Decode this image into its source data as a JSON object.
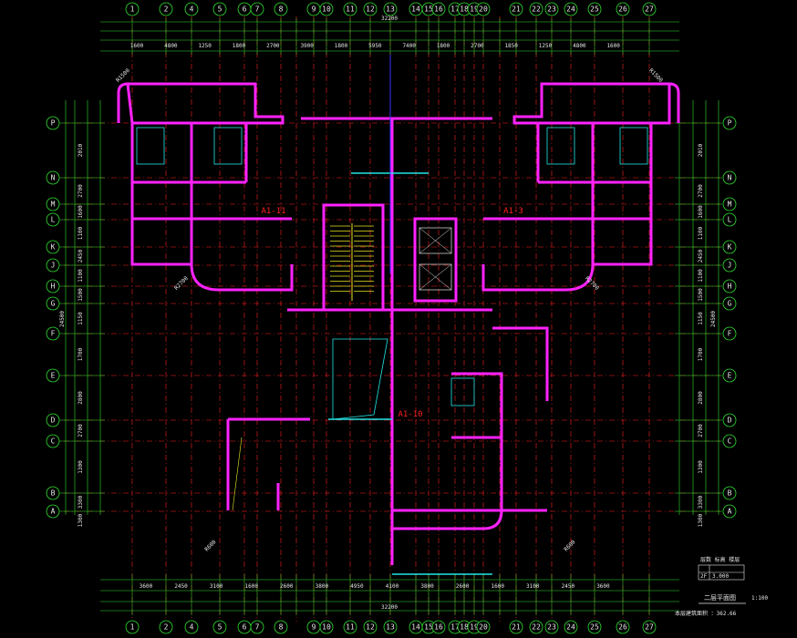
{
  "colors": {
    "background": "#000000",
    "axis_line": "#ff2020",
    "dim_line": "#2fe02f",
    "wall": "#ff22ff",
    "text": "#e6e6e6",
    "cyan": "#22e6e6",
    "yellow": "#e6e622",
    "blue": "#3333ff"
  },
  "column_axes": [
    "1",
    "2",
    "4",
    "5",
    "6",
    "7",
    "8",
    "9",
    "10",
    "11",
    "12",
    "13",
    "14",
    "15",
    "16",
    "17",
    "18",
    "19",
    "20",
    "21",
    "22",
    "23",
    "24",
    "25",
    "26",
    "27"
  ],
  "row_axes": [
    "P",
    "N",
    "M",
    "L",
    "K",
    "J",
    "H",
    "G",
    "F",
    "E",
    "D",
    "C",
    "B",
    "A"
  ],
  "top_dimensions": {
    "overall": [
      "32200"
    ],
    "segments": [
      "1600",
      "4800",
      "1250",
      "1800",
      "2700",
      "3900",
      "1800",
      "5950",
      "7400",
      "1800",
      "2700",
      "1850",
      "1250",
      "4800",
      "1600"
    ]
  },
  "bottom_dimensions": {
    "overall": [
      "32200"
    ],
    "segments": [
      "3600",
      "2450",
      "3100",
      "1600",
      "2600",
      "3800",
      "4950",
      "4100",
      "3800",
      "2600",
      "1600",
      "3100",
      "2450",
      "3600"
    ]
  },
  "left_dimensions": {
    "overall": [
      "24500"
    ],
    "segments": [
      "2010",
      "2700",
      "1600",
      "1100",
      "2450",
      "1100",
      "1500",
      "1150",
      "1700",
      "2800",
      "2700",
      "1300",
      "3300",
      "1300"
    ]
  },
  "right_dimensions": {
    "overall": [
      "24500"
    ],
    "segments": [
      "2010",
      "2700",
      "1600",
      "1100",
      "2450",
      "1100",
      "1500",
      "1150",
      "1700",
      "2800",
      "2700",
      "1300",
      "3300",
      "1300"
    ]
  },
  "unit_labels": [
    "A1-11",
    "A1-3",
    "A1-10"
  ],
  "radius_labels": [
    "R1500",
    "R2700",
    "R1500",
    "R2700",
    "R600",
    "R600"
  ],
  "title_block": {
    "title": "二层平面图",
    "scale": "1:100",
    "area_note": "本层建筑面积 ：362.66",
    "table_header": "层数  标高  楼层",
    "table_row": [
      "2F",
      "3.000"
    ]
  }
}
